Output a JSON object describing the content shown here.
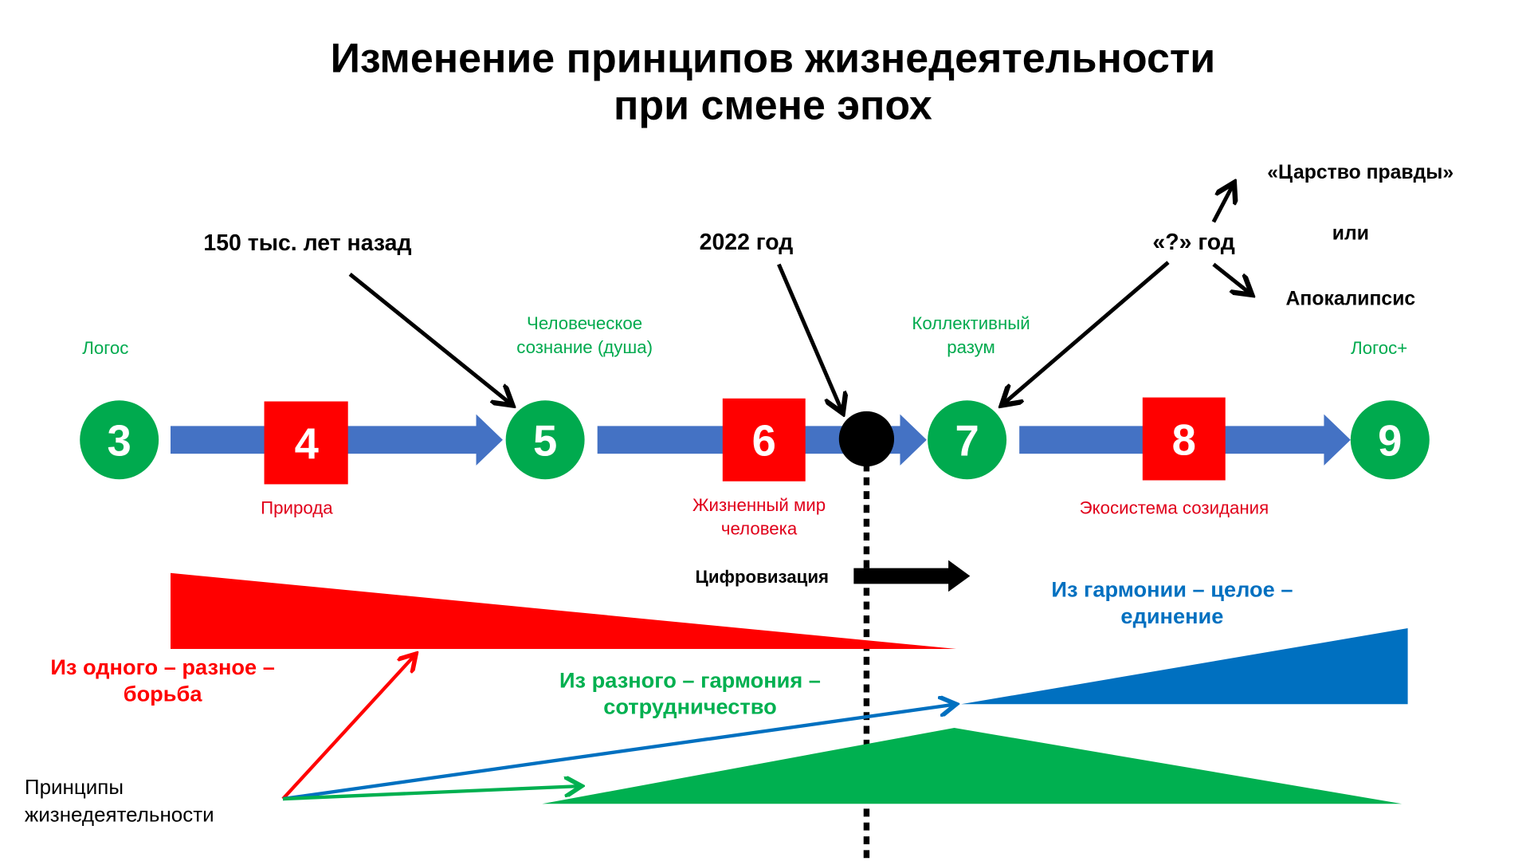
{
  "title": {
    "line1": "Изменение принципов жизнедеятельности",
    "line2": "при смене эпох"
  },
  "colors": {
    "green": "#00AA4E",
    "red": "#FF0000",
    "blue_arrow": "#4472C4",
    "blue": "#0070C0",
    "green_tri": "#00B050"
  },
  "nodes": [
    {
      "number": "3",
      "shape": "circle",
      "label": [
        "Логос"
      ]
    },
    {
      "number": "4",
      "shape": "square",
      "label": [
        "Природа"
      ]
    },
    {
      "number": "5",
      "shape": "circle",
      "label": [
        "Человеческое",
        "сознание (душа)"
      ]
    },
    {
      "number": "6",
      "shape": "square",
      "label": [
        "Жизненный мир",
        "человека"
      ]
    },
    {
      "number": "7",
      "shape": "circle",
      "label": [
        "Коллективный",
        "разум"
      ]
    },
    {
      "number": "8",
      "shape": "square",
      "label": [
        "Экосистема созидания"
      ]
    },
    {
      "number": "9",
      "shape": "circle",
      "label": [
        "Логос+"
      ]
    }
  ],
  "annotations": {
    "ago": "150 тыс. лет назад",
    "now": "2022 год",
    "future": "«?» год",
    "kingdom": "«Царство правды»",
    "or": "или",
    "apocalypse": "Апокалипсис",
    "digitalization": "Цифровизация"
  },
  "principles": {
    "label": [
      "Принципы",
      "жизнедеятельности"
    ],
    "red": [
      "Из одного – разное –",
      "борьба"
    ],
    "green": [
      "Из разного – гармония –",
      "сотрудничество"
    ],
    "blue": [
      "Из гармонии – целое –",
      "единение"
    ]
  }
}
